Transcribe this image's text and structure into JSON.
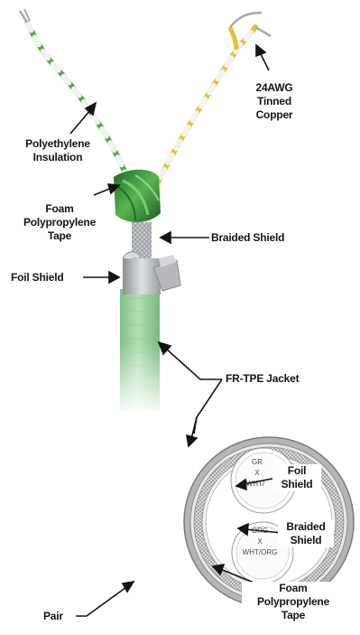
{
  "labels": {
    "conductor": "24AWG\nTinned\nCopper",
    "insulation": "Polyethylene\nInsulation",
    "tape_top": "Foam\nPolypropylene\nTape",
    "braid_top": "Braided Shield",
    "foil_top": "Foil Shield",
    "jacket": "FR-TPE Jacket",
    "foil_cross": "Foil\nShield",
    "braid_cross": "Braided\nShield",
    "tape_cross": "Foam\nPolypropylene\nTape",
    "pair": "Pair"
  },
  "pair_labels": {
    "pair1_line1": "GR",
    "pair1_line2": "X",
    "pair1_line3": "WHT/",
    "pair2_line1": "ORG",
    "pair2_line2": "X",
    "pair2_line3": "WHT/ORG"
  },
  "colors": {
    "jacket": "#9ccf9e",
    "tape": "#2f8f3a",
    "braid": "#b9bec2",
    "foil": "#c6c9cc",
    "wire_green": "#4caf3c",
    "wire_yellow": "#e2c23a",
    "wire_white": "#f2f2f2",
    "copper_tin": "#a8a8a8",
    "label_text": "#141414"
  }
}
